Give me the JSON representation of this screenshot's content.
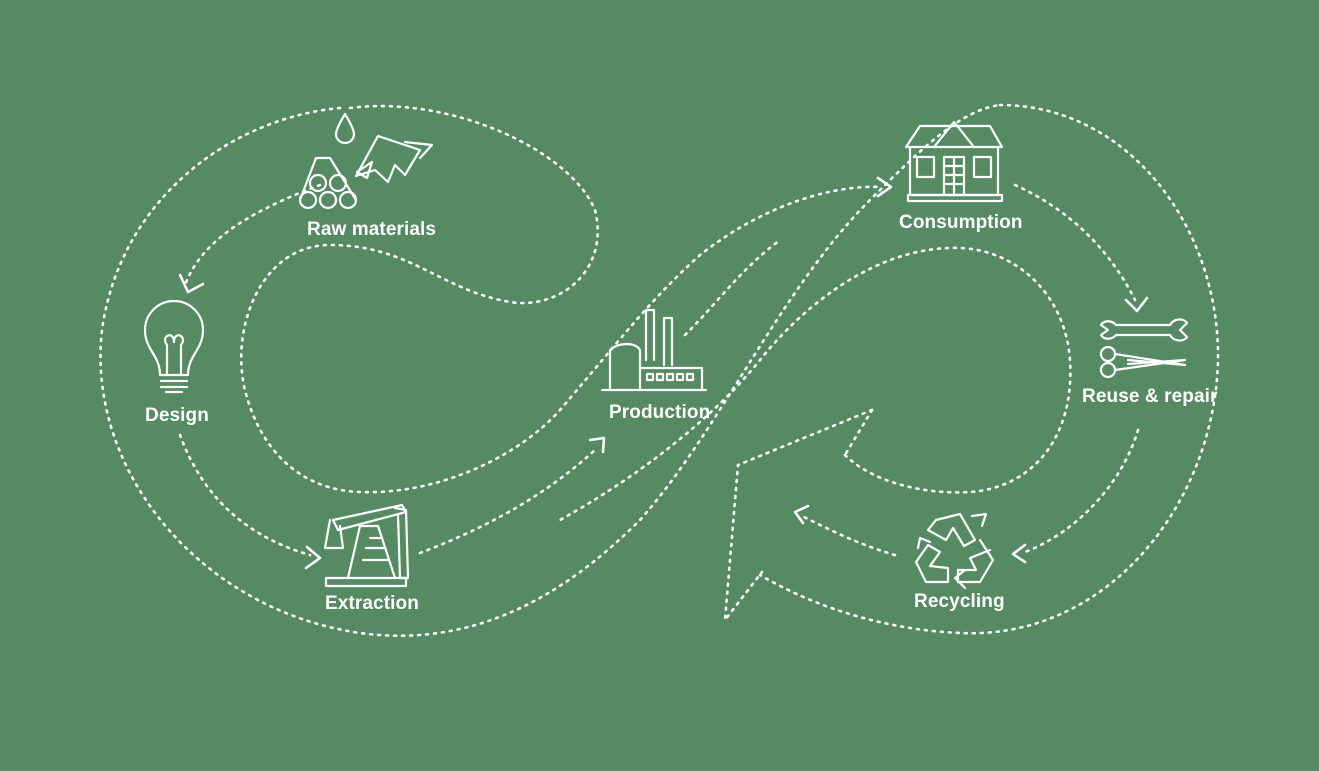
{
  "stages": {
    "raw_materials": "Raw materials",
    "design": "Design",
    "extraction": "Extraction",
    "production": "Production",
    "consumption": "Consumption",
    "reuse_repair": "Reuse & repair",
    "recycling": "Recycling"
  },
  "icons": {
    "raw_materials": "logs-drop-tree-icon",
    "design": "lightbulb-icon",
    "extraction": "oil-pump-icon",
    "production": "factory-icon",
    "consumption": "house-icon",
    "reuse_repair": "wrench-scissors-icon",
    "recycling": "recycle-icon"
  },
  "colors": {
    "background": "#558a63",
    "foreground": "#ffffff"
  }
}
